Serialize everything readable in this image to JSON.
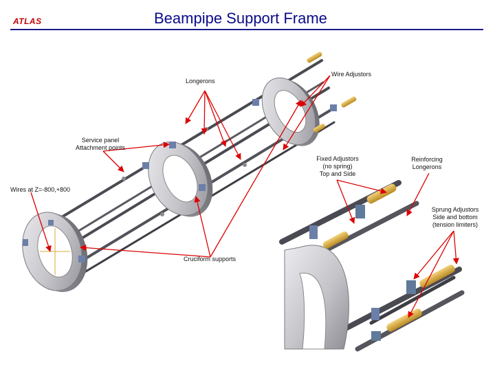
{
  "header": {
    "logo_text": "ATLAS",
    "title": "Beampipe Support Frame"
  },
  "labels": {
    "longerons": "Longerons",
    "wire_adjustors": "Wire Adjustors",
    "service_panel": "Service panel\nAttachment points",
    "fixed_adjustors": "Fixed Adjustors\n(no spring)\nTop and Side",
    "reinforcing_longerons": "Reinforcing\nLongerons",
    "wires": "Wires at Z=-800,+800",
    "sprung_adjustors": "Sprung Adjustors\nSide and bottom\n(tension limiters)",
    "cruciform_supports": "Cruciform supports"
  },
  "colors": {
    "arrow": "#dd0000",
    "title": "#0a0a8a",
    "logo": "#c00000",
    "ring": "#c8c8cc",
    "rod": "#4a4a52",
    "adjustor": "#d8a838"
  }
}
